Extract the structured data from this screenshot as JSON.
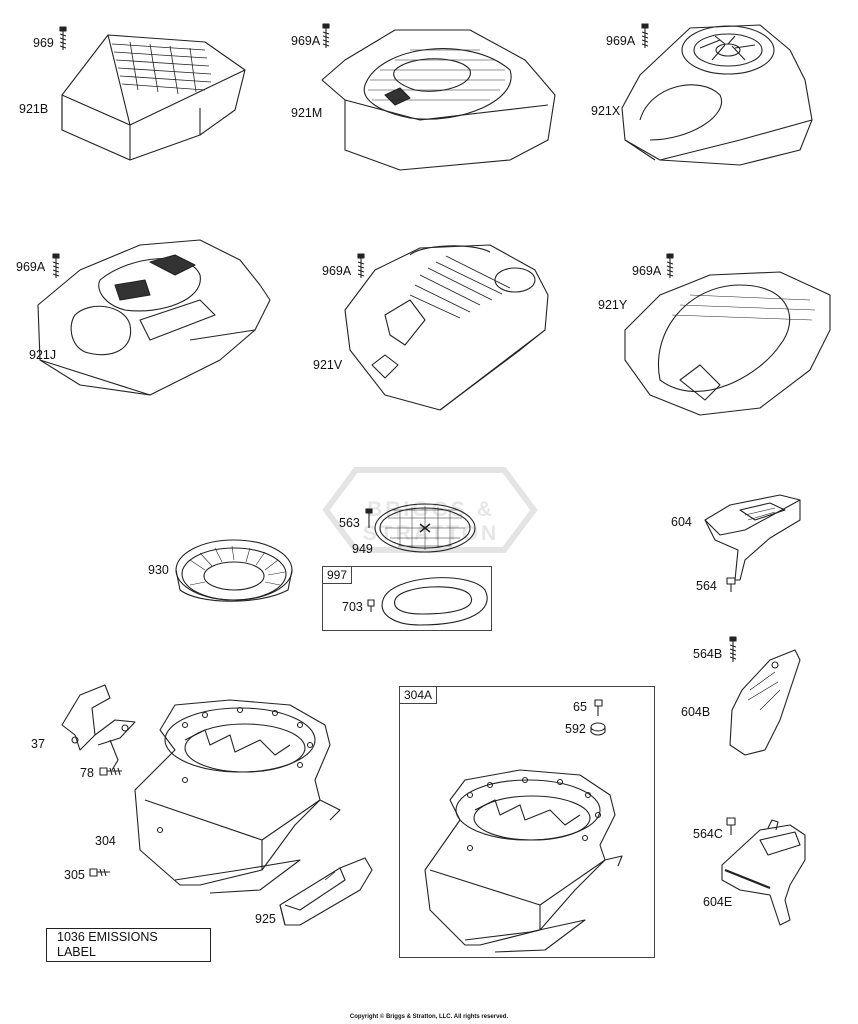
{
  "labels": {
    "p969": "969",
    "p921B": "921B",
    "p969A_1": "969A",
    "p921M": "921M",
    "p969A_2": "969A",
    "p921X": "921X",
    "p969A_3": "969A",
    "p921J": "921J",
    "p969A_4": "969A",
    "p921V": "921V",
    "p969A_5": "969A",
    "p921Y": "921Y",
    "p563": "563",
    "p949": "949",
    "p930": "930",
    "p703": "703",
    "p604": "604",
    "p564": "564",
    "p564B": "564B",
    "p604B": "604B",
    "p37": "37",
    "p78": "78",
    "p304": "304",
    "p305": "305",
    "p925": "925",
    "p65": "65",
    "p592": "592",
    "p564C": "564C",
    "p604E": "604E"
  },
  "boxes": {
    "kit997": "997",
    "kit304A": "304A"
  },
  "emissions_label": "1036 EMISSIONS LABEL",
  "watermark": "BRIGGS & STRATTON",
  "copyright": "Copyright © Briggs & Stratton, LLC. All rights reserved.",
  "colors": {
    "line": "#222222",
    "watermark": "#e6e6e6"
  }
}
